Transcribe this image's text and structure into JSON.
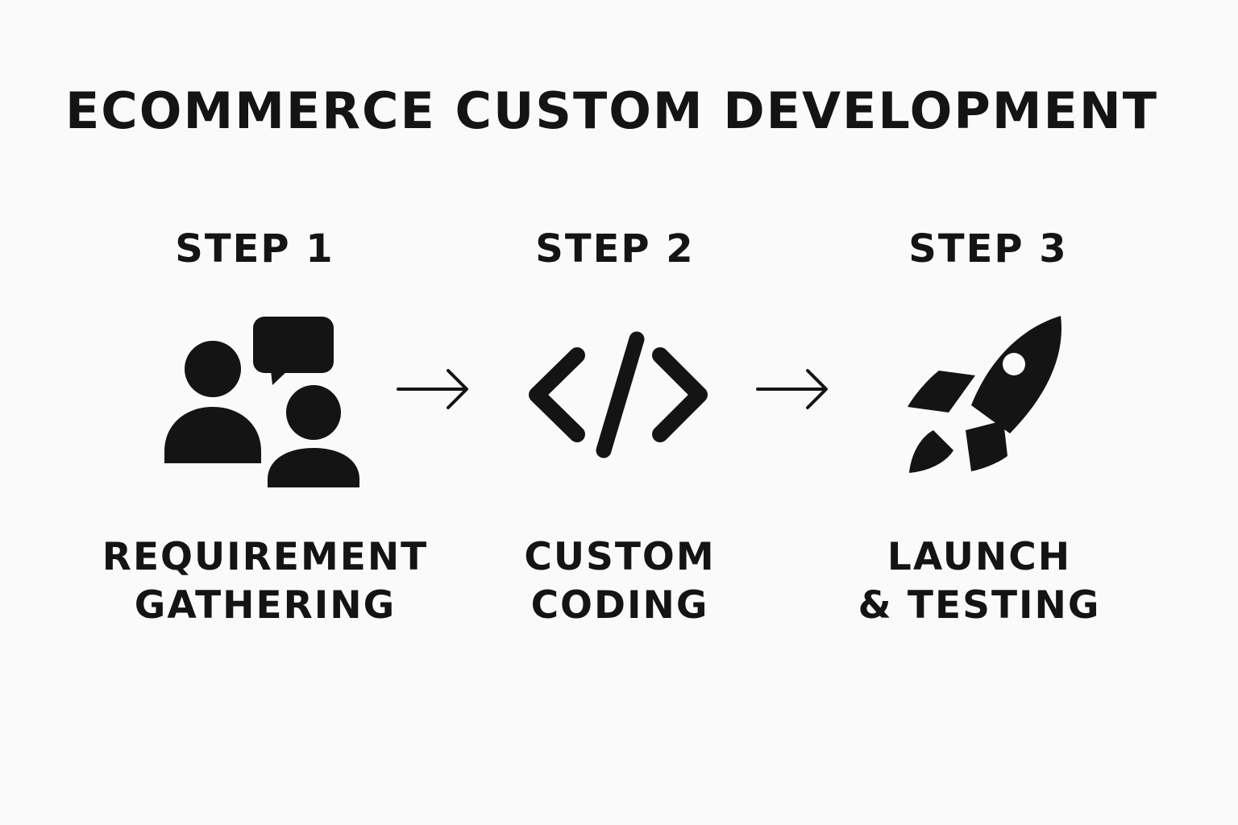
{
  "diagram": {
    "title": "ECOMMERCE CUSTOM DEVELOPMENT",
    "ink_color": "#141414",
    "background_color": "#fafafa",
    "steps": [
      {
        "label": "STEP 1",
        "caption_lines": [
          "REQUIREMENT",
          "GATHERING"
        ],
        "icon": "people-chat-icon"
      },
      {
        "label": "STEP 2",
        "caption_lines": [
          "CUSTOM",
          "CODING"
        ],
        "icon": "code-icon"
      },
      {
        "label": "STEP 3",
        "caption_lines": [
          "LAUNCH",
          "& TESTING"
        ],
        "icon": "rocket-icon"
      }
    ],
    "connectors": [
      "arrow-right-icon",
      "arrow-right-icon"
    ]
  }
}
